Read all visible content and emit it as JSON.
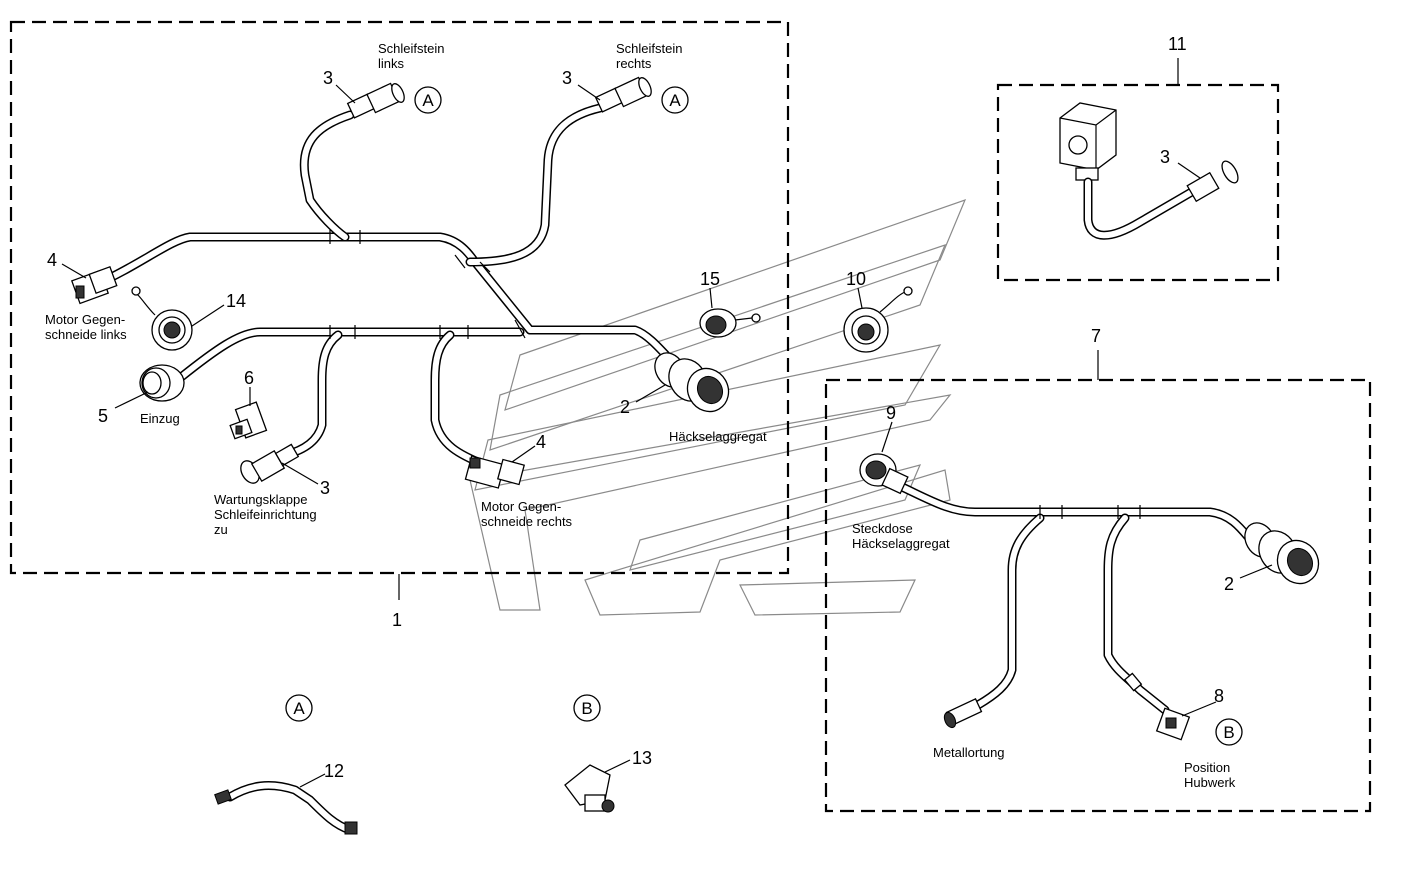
{
  "labels": {
    "schleifstein_links": [
      "Schleifstein",
      "links"
    ],
    "schleifstein_rechts": [
      "Schleifstein",
      "rechts"
    ],
    "motor_links": [
      "Motor Gegen-",
      "schneide links"
    ],
    "einzug": "Einzug",
    "wartungsklappe": [
      "Wartungsklappe",
      "Schleifeinrichtung",
      "zu"
    ],
    "motor_rechts": [
      "Motor Gegen-",
      "schneide rechts"
    ],
    "haeckselaggregat": "Häckselaggregat",
    "steckdose": [
      "Steckdose",
      "Häckselaggregat"
    ],
    "metallortung": "Metallortung",
    "position_hubwerk": [
      "Position",
      "Hubwerk"
    ]
  },
  "part_numbers": {
    "n1": "1",
    "n2a": "2",
    "n2b": "2",
    "n3a": "3",
    "n3b": "3",
    "n3c": "3",
    "n3d": "3",
    "n4a": "4",
    "n4b": "4",
    "n5": "5",
    "n6": "6",
    "n7": "7",
    "n8": "8",
    "n9": "9",
    "n10": "10",
    "n11": "11",
    "n12": "12",
    "n13": "13",
    "n14": "14",
    "n15": "15"
  },
  "detail_markers": {
    "a1": "A",
    "a2": "A",
    "a3": "A",
    "b1": "B",
    "b2": "B"
  }
}
